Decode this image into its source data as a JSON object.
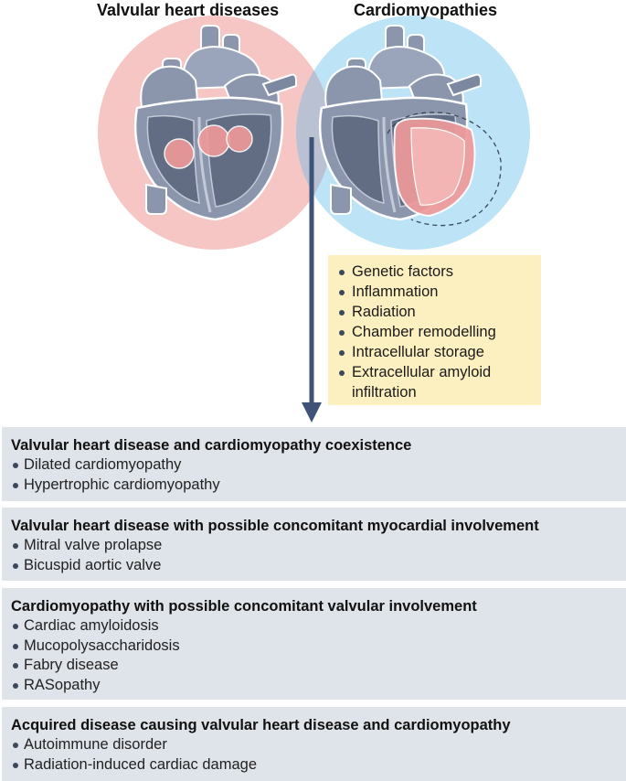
{
  "titles": {
    "left": "Valvular heart diseases",
    "right": "Cardiomyopathies"
  },
  "factors": [
    "Genetic factors",
    "Inflammation",
    "Radiation",
    "Chamber remodelling",
    "Intracellular storage",
    "Extracellular amyloid infiltration"
  ],
  "boxes": [
    {
      "title": "Valvular heart disease and cardiomyopathy coexistence",
      "items": [
        "Dilated cardiomyopathy",
        "Hypertrophic cardiomyopathy"
      ]
    },
    {
      "title": "Valvular heart disease with possible concomitant myocardial involvement",
      "items": [
        "Mitral valve prolapse",
        "Bicuspid aortic valve"
      ]
    },
    {
      "title": "Cardiomyopathy with possible concomitant valvular involvement",
      "items": [
        "Cardiac amyloidosis",
        "Mucopolysaccharidosis",
        "Fabry disease",
        "RASopathy"
      ]
    },
    {
      "title": "Acquired disease causing valvular heart disease and cardiomyopathy",
      "items": [
        "Autoimmune disorder",
        "Radiation-induced cardiac damage"
      ]
    }
  ],
  "colors": {
    "left_circle": "#f6c6c4",
    "right_circle": "#bde3f6",
    "overlap": "#b9c1d3",
    "heart": "#8b96ad",
    "heart_dark": "#626c83",
    "heart_light": "#c2c9d7",
    "highlight": "#ef9a9a",
    "arrow": "#3f5378",
    "factor_box": "#fdf0c0",
    "category_box": "#dfe3ea"
  }
}
